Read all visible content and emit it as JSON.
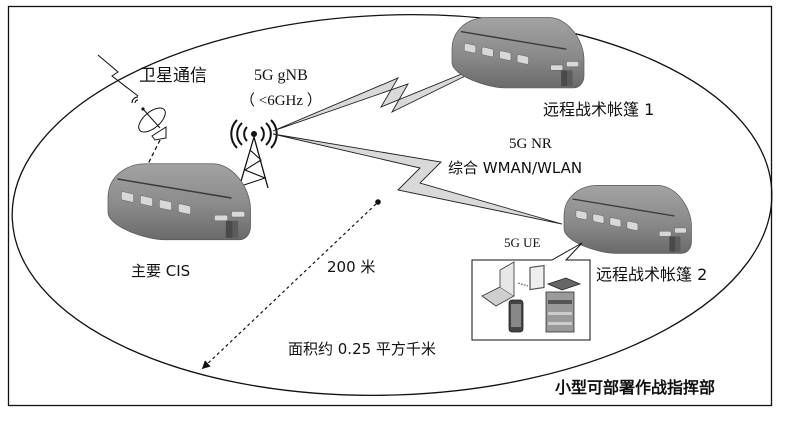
{
  "diagram": {
    "title": "小型可部署作战指挥部",
    "colors": {
      "frame": "#111111",
      "tent_body": "#8c8c8c",
      "tent_shade": "#6e6e6e",
      "tent_window": "#d4d4d4",
      "bolt_fill": "#d9d9d9"
    },
    "nodes": {
      "satellite": {
        "label": "卫星通信",
        "icon": "satellite-dish-icon"
      },
      "gnb": {
        "label_line1": "5G gNB",
        "label_line2": "（ <6GHz ）",
        "icon": "cell-tower-icon"
      },
      "main_cis": {
        "label": "主要 CIS",
        "icon": "tent-icon"
      },
      "remote_tent_1": {
        "label": "远程战术帐篷 1",
        "icon": "tent-icon"
      },
      "remote_tent_2": {
        "label": "远程战术帐篷 2",
        "icon": "tent-icon"
      },
      "ue": {
        "label": "5G UE",
        "devices": [
          "laptop",
          "tablet",
          "smartphone",
          "multifunction-printer"
        ]
      }
    },
    "links": {
      "nr_label_line1": "5G NR",
      "nr_label_line2": "综合 WMAN/WLAN"
    },
    "radius_label": "200 米",
    "area_label": "面积约 0.25 平方千米"
  }
}
